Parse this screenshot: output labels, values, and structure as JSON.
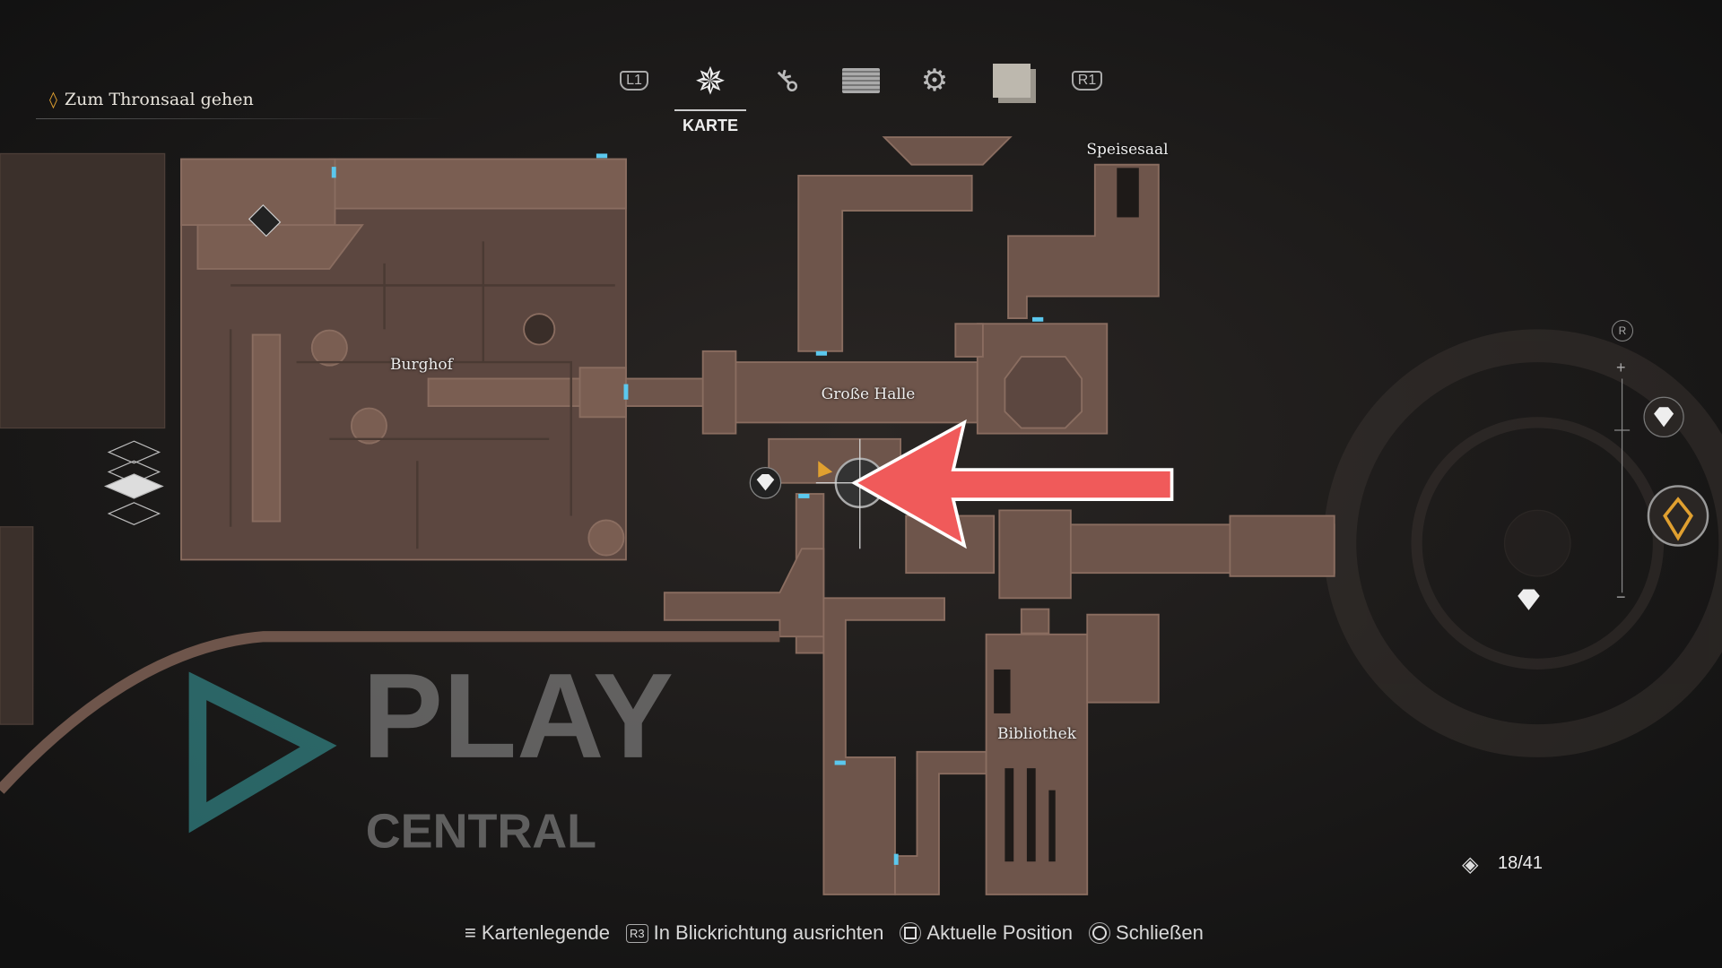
{
  "objective": {
    "text": "Zum Thronsaal gehen",
    "icon": "objective-marker-icon"
  },
  "tabs": {
    "left_button": "L1",
    "right_button": "R1",
    "items": [
      {
        "name": "map-tab",
        "icon": "compass-icon",
        "label": "KARTE",
        "active": true
      },
      {
        "name": "keys-tab",
        "icon": "key-icon"
      },
      {
        "name": "inventory-tab",
        "icon": "briefcase-icon"
      },
      {
        "name": "crafting-tab",
        "icon": "gears-icon"
      },
      {
        "name": "files-tab",
        "icon": "documents-icon"
      }
    ]
  },
  "map": {
    "areas": {
      "speisesaal": "Speisesaal",
      "burghof": "Burghof",
      "grosse_halle": "Große Halle",
      "bibliothek": "Bibliothek"
    },
    "zoom_controls": {
      "top_button": "R",
      "plus": "+",
      "minus": "−"
    },
    "accent_arrow_color": "#f05a5a",
    "room_color": "#6e554b"
  },
  "collectibles": {
    "count": "18/41",
    "icon": "treasure-diamond-icon"
  },
  "watermark": {
    "text_1": "PLAY",
    "text_2": "CENTRAL"
  },
  "bottom_bar": {
    "legend": "Kartenlegende",
    "r3_button": "R3",
    "orient": "In Blickrichtung ausrichten",
    "position": "Aktuelle Position",
    "close": "Schließen"
  }
}
